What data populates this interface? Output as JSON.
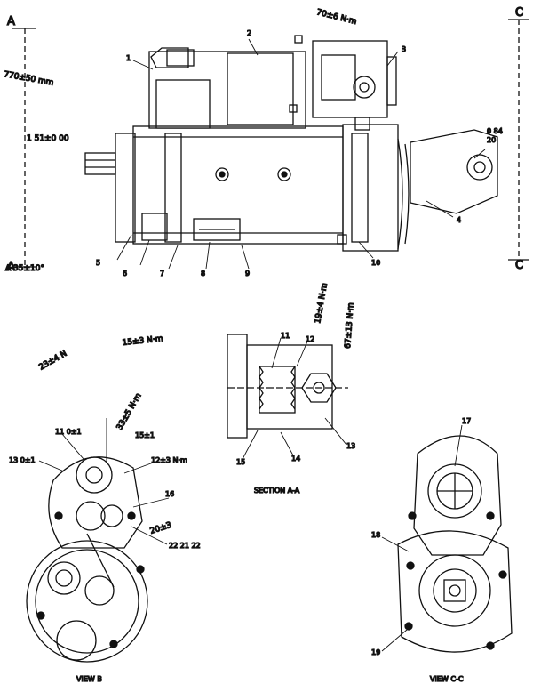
{
  "edge_markers": {
    "top_left": "A",
    "bottom_left": "A",
    "top_right": "C",
    "bottom_right": "C"
  },
  "dimensions": {
    "left_top": "770±50 mm",
    "left_mid": "1 51±0 00",
    "left_bottom": "A 35±10°",
    "top_center": "70±6 N·m",
    "right_upper": "0 84",
    "mid_center": "15±3 N·m",
    "mid_diag": "19±4 N·m",
    "mid_right": "67±13 N·m",
    "lower_left_diag": "33±5 N·m",
    "lower_left_top": "23±4 N",
    "lower_label_1": "11 0±1",
    "lower_label_2": "13 0±1",
    "lower_label_3": "12±3 N·m",
    "lower_label_4": "15±1",
    "lower_label_5": "20±3",
    "lower_label_6": "22 21 22"
  },
  "callouts": {
    "c1": "1",
    "c2": "2",
    "c3": "3",
    "c4": "4",
    "c5": "5",
    "c6": "6",
    "c7": "7",
    "c8": "8",
    "c9": "9",
    "c10": "10",
    "c11": "11",
    "c12": "12",
    "c13": "13",
    "c14": "14",
    "c15": "15",
    "c16": "16",
    "c17": "17",
    "c18": "18",
    "c19": "19",
    "c20": "20"
  },
  "view_labels": {
    "section": "SECTION A-A",
    "view_b": "VIEW B",
    "view_c": "VIEW C-C"
  }
}
